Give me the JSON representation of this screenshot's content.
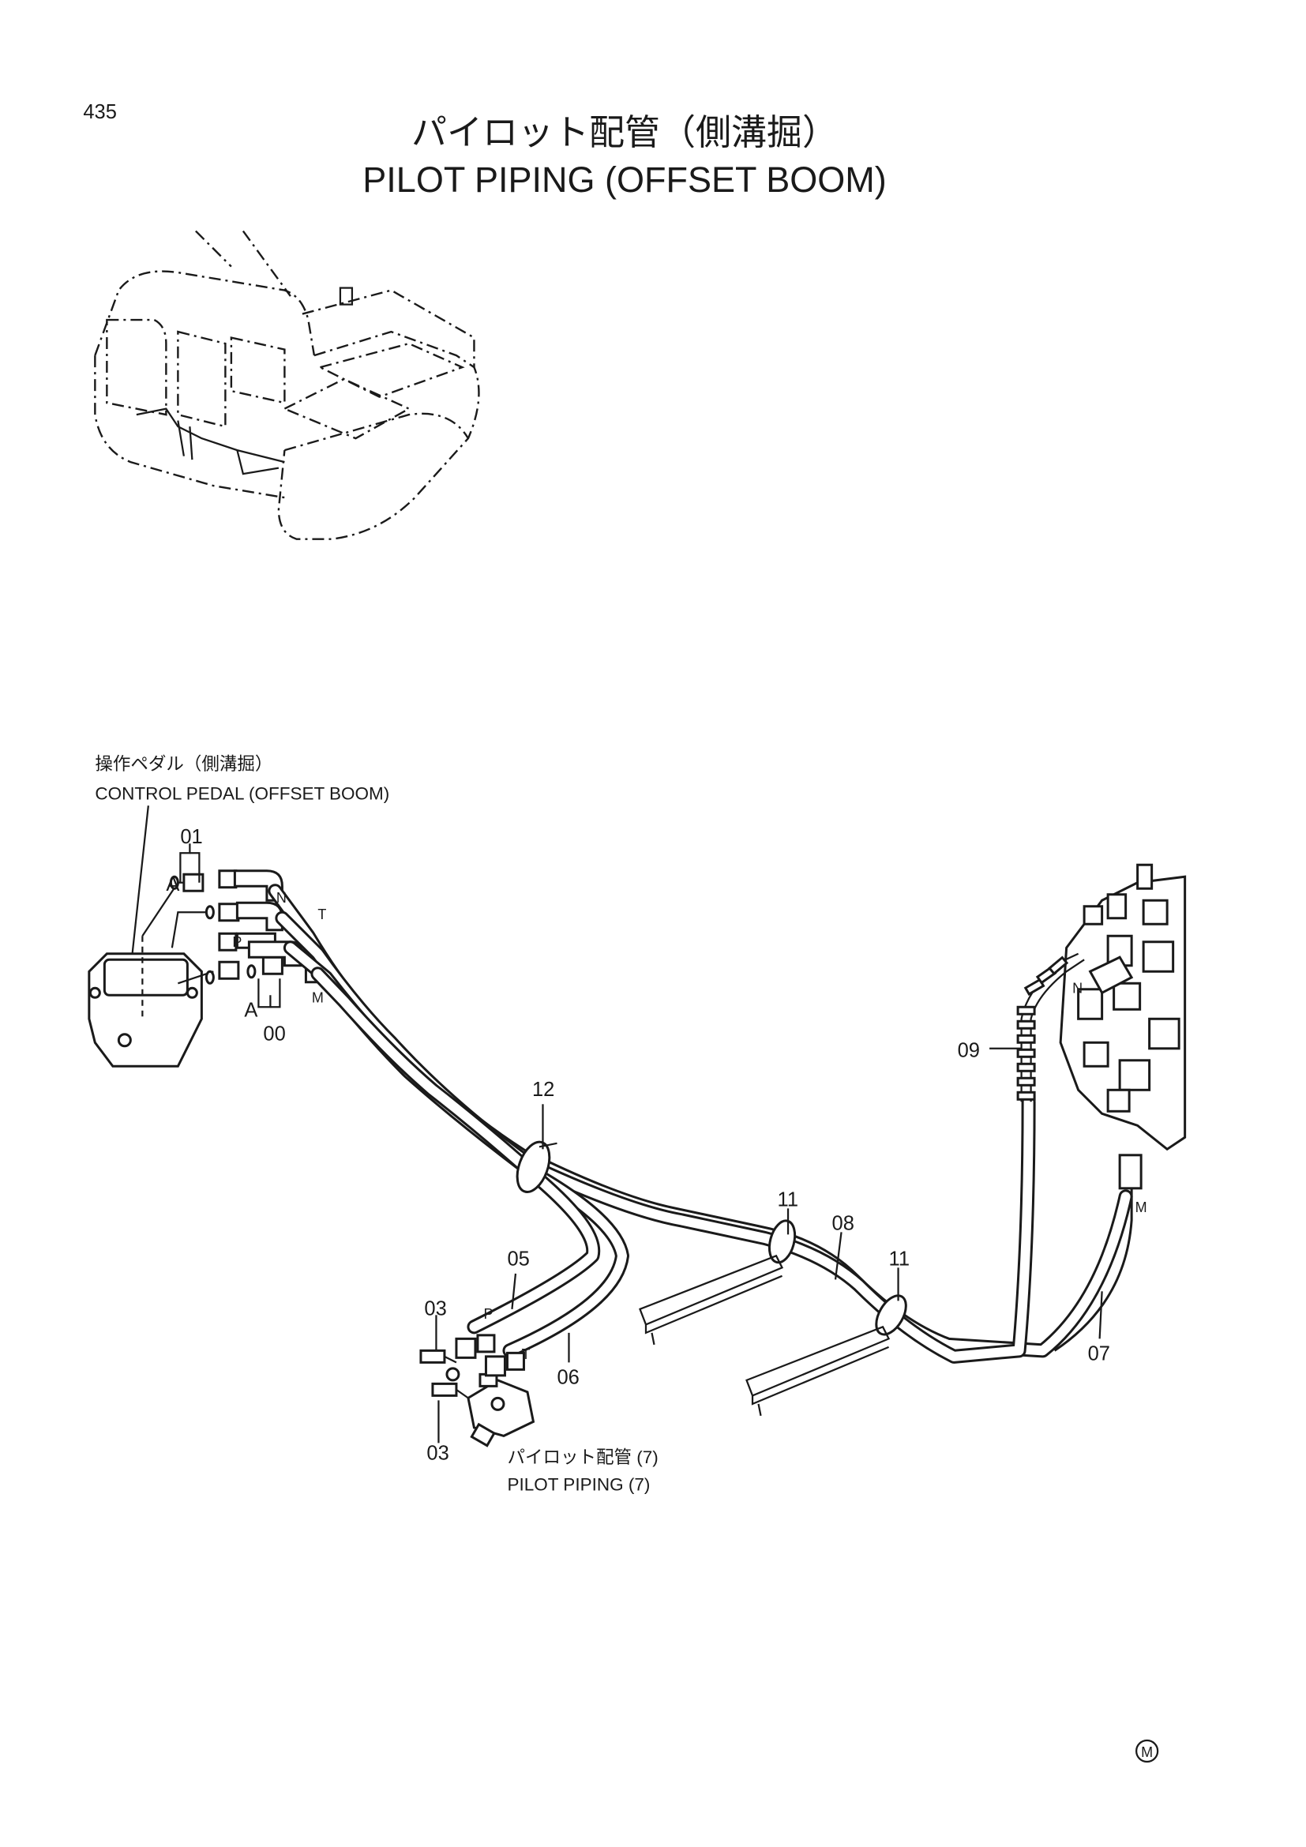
{
  "page": {
    "number": "435",
    "title_ja": "パイロット配管（側溝掘）",
    "title_en": "PILOT PIPING (OFFSET BOOM)",
    "corner_mark": "M"
  },
  "diagram": {
    "labels": {
      "control_pedal_ja": "操作ペダル（側溝掘）",
      "control_pedal_en": "CONTROL PEDAL (OFFSET BOOM)",
      "pilot_piping_ja": "パイロット配管 (7)",
      "pilot_piping_en": "PILOT PIPING (7)"
    },
    "callouts": {
      "c00": "00",
      "c01": "01",
      "c03a": "03",
      "c03b": "03",
      "c05": "05",
      "c06": "06",
      "c07": "07",
      "c08": "08",
      "c09": "09",
      "c11a": "11",
      "c11b": "11",
      "c12": "12"
    },
    "port_letters": {
      "a_top": "A",
      "a_bottom": "A",
      "n_left": "N",
      "t_left": "T",
      "p_left": "P",
      "m_left": "M",
      "p_bottom": "P",
      "t_bottom": "T",
      "n_right": "N",
      "m_right": "M"
    }
  }
}
